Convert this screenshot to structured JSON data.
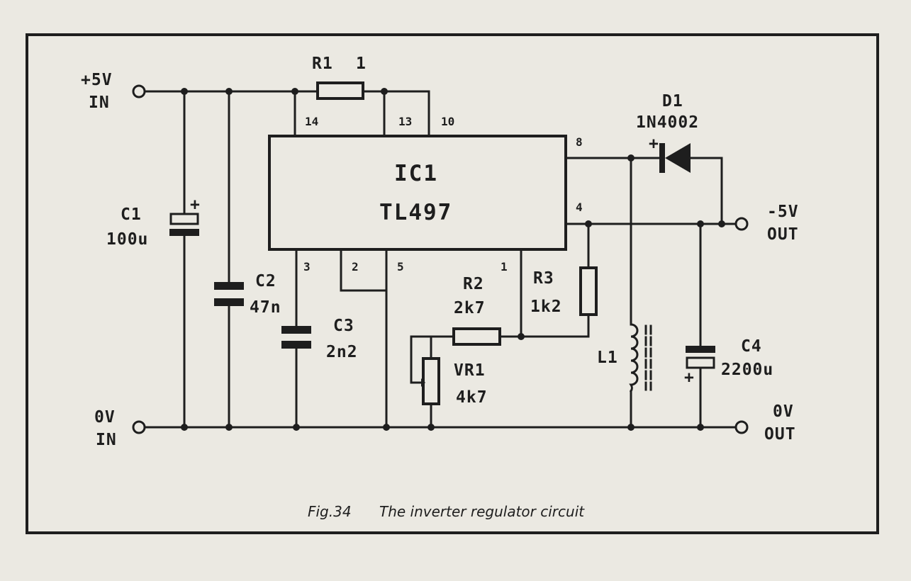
{
  "terminals": {
    "vin_volts": "+5V",
    "vin_in": "IN",
    "gnd_in_volts": "0V",
    "gnd_in_in": "IN",
    "vout_volts": "-5V",
    "vout_out": "OUT",
    "gnd_out_volts": "0V",
    "gnd_out_out": "OUT"
  },
  "ic": {
    "ref": "IC1",
    "part": "TL497"
  },
  "pins": {
    "p14": "14",
    "p13": "13",
    "p10": "10",
    "p8": "8",
    "p4": "4",
    "p3": "3",
    "p2": "2",
    "p5": "5",
    "p1": "1"
  },
  "components": {
    "r1": {
      "ref": "R1",
      "value": "1"
    },
    "c1": {
      "ref": "C1",
      "value": "100u"
    },
    "c2": {
      "ref": "C2",
      "value": "47n"
    },
    "c3": {
      "ref": "C3",
      "value": "2n2"
    },
    "r2": {
      "ref": "R2",
      "value": "2k7"
    },
    "r3": {
      "ref": "R3",
      "value": "1k2"
    },
    "vr1": {
      "ref": "VR1",
      "value": "4k7"
    },
    "d1": {
      "ref": "D1",
      "value": "1N4002"
    },
    "l1": {
      "ref": "L1"
    },
    "c4": {
      "ref": "C4",
      "value": "2200u"
    }
  },
  "polarity": {
    "plus": "+"
  },
  "caption": {
    "fig": "Fig.34",
    "text": "The inverter regulator circuit"
  }
}
